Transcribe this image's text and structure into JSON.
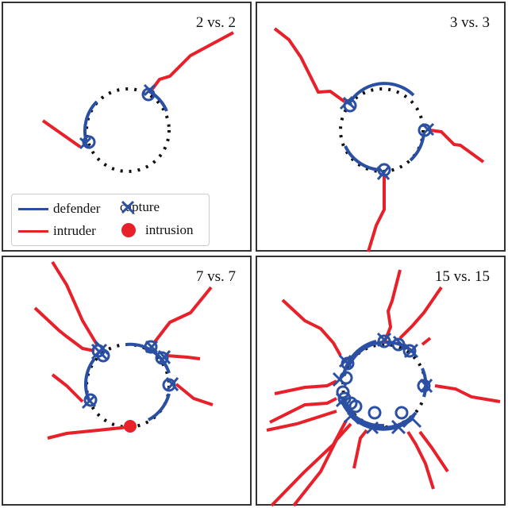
{
  "figure": {
    "panels": [
      {
        "id": "2v2",
        "title": "2 vs. 2"
      },
      {
        "id": "3v3",
        "title": "3 vs. 3"
      },
      {
        "id": "7v7",
        "title": "7 vs. 7"
      },
      {
        "id": "15v15",
        "title": "15 vs. 15"
      }
    ],
    "legend": {
      "items": [
        {
          "label": "defender",
          "symbol": "blue-line",
          "color": "#2a4fa3"
        },
        {
          "label": "capture",
          "symbol": "blue-x",
          "color": "#2a4fa3"
        },
        {
          "label": "intruder",
          "symbol": "red-line",
          "color": "#e8202a"
        },
        {
          "label": "intrusion",
          "symbol": "red-dot",
          "color": "#e8202a"
        }
      ]
    },
    "colors": {
      "defender": "#2a4fa3",
      "intruder": "#e8202a",
      "perimeter": "#111111",
      "frame": "#333333"
    }
  }
}
